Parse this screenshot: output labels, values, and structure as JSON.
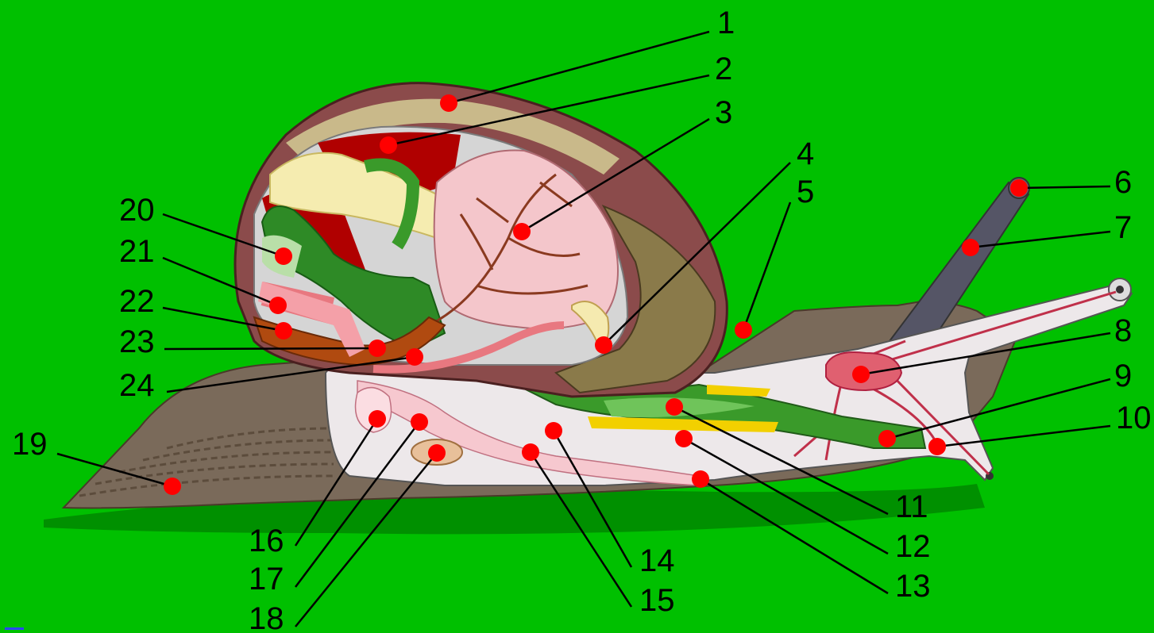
{
  "diagram": {
    "background_color": "#00c000",
    "marker_color": "#ff0000",
    "leader_color": "#000000",
    "labels": [
      {
        "id": "1",
        "text": "1"
      },
      {
        "id": "2",
        "text": "2"
      },
      {
        "id": "3",
        "text": "3"
      },
      {
        "id": "4",
        "text": "4"
      },
      {
        "id": "5",
        "text": "5"
      },
      {
        "id": "6",
        "text": "6"
      },
      {
        "id": "7",
        "text": "7"
      },
      {
        "id": "8",
        "text": "8"
      },
      {
        "id": "9",
        "text": "9"
      },
      {
        "id": "10",
        "text": "10"
      },
      {
        "id": "11",
        "text": "11"
      },
      {
        "id": "12",
        "text": "12"
      },
      {
        "id": "13",
        "text": "13"
      },
      {
        "id": "14",
        "text": "14"
      },
      {
        "id": "15",
        "text": "15"
      },
      {
        "id": "16",
        "text": "16"
      },
      {
        "id": "17",
        "text": "17"
      },
      {
        "id": "18",
        "text": "18"
      },
      {
        "id": "19",
        "text": "19"
      },
      {
        "id": "20",
        "text": "20"
      },
      {
        "id": "21",
        "text": "21"
      },
      {
        "id": "22",
        "text": "22"
      },
      {
        "id": "23",
        "text": "23"
      },
      {
        "id": "24",
        "text": "24"
      }
    ]
  }
}
